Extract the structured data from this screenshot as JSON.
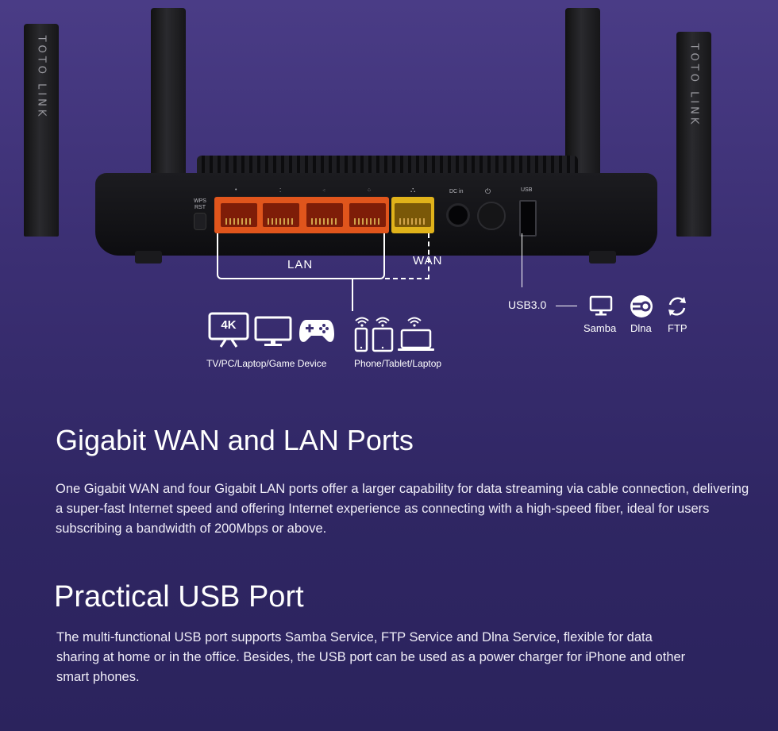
{
  "router": {
    "brand_text": "TOTO LINK",
    "wps_label": "WPS RST",
    "dc_label": "DC in",
    "usb_small_label": "USB"
  },
  "diagram": {
    "lan_label": "LAN",
    "wan_label": "WAN",
    "tv_badge": "4K",
    "device_label_1": "TV/PC/Laptop/Game  Device",
    "device_label_2": "Phone/Tablet/Laptop",
    "usb_label": "USB3.0",
    "services": [
      "Samba",
      "Dlna",
      "FTP"
    ]
  },
  "sections": [
    {
      "title": "Gigabit WAN and LAN Ports",
      "body": "One Gigabit WAN and four Gigabit LAN ports offer a larger capability for data streaming via cable connection, delivering a super-fast Internet speed and offering Internet experience as connecting with a high-speed fiber, ideal for users subscribing a bandwidth of 200Mbps or above."
    },
    {
      "title": "Practical USB Port",
      "body": "The multi-functional USB port supports Samba Service, FTP Service and Dlna Service, flexible for data sharing at home or in the office. Besides, the USB port  can be used as a power charger for iPhone and other smart phones."
    }
  ],
  "colors": {
    "lan_port": "#e0551c",
    "wan_port": "#e0b21a",
    "background_top": "#4a3c86",
    "background_bottom": "#2b235d"
  }
}
